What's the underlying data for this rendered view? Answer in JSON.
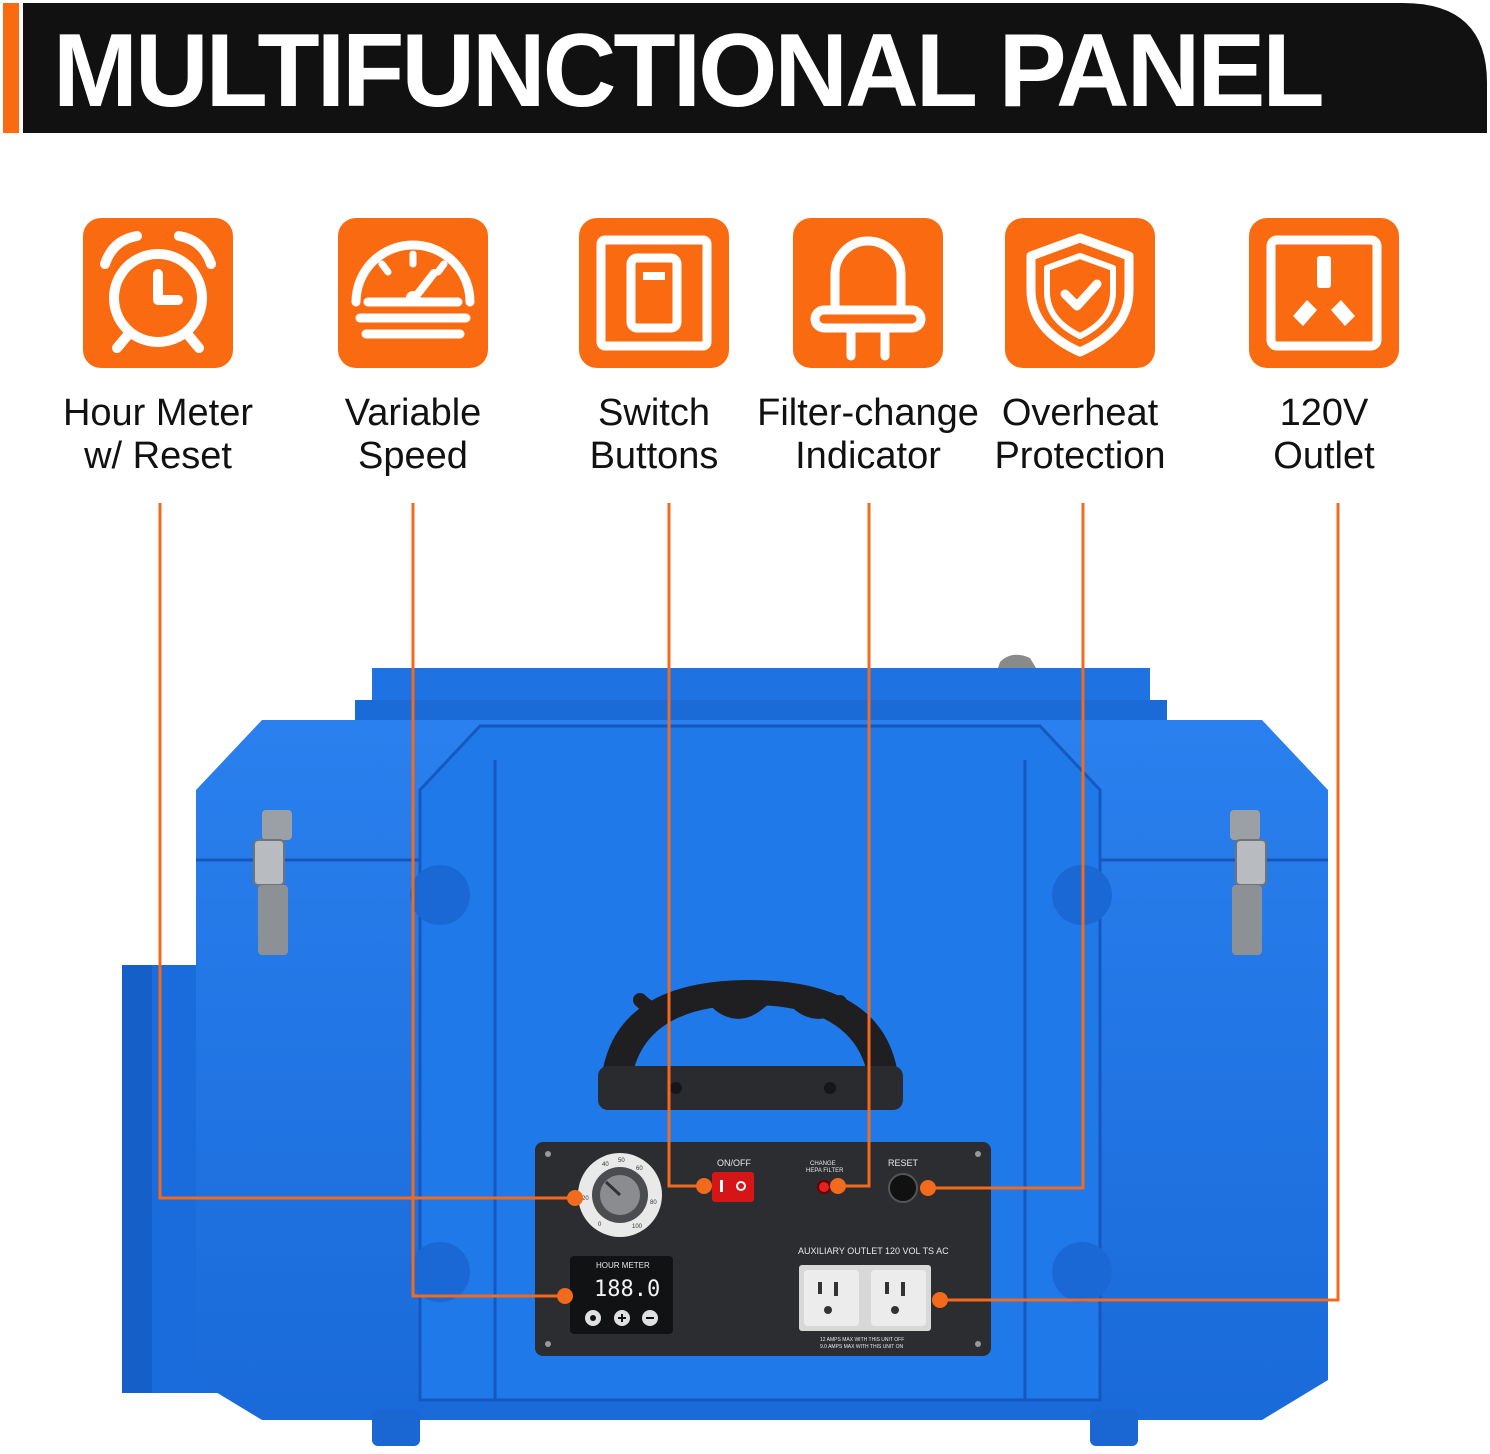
{
  "banner": {
    "title": "MULTIFUNCTIONAL PANEL",
    "background_color": "#111111",
    "accent_color": "#fa6a11"
  },
  "features": [
    {
      "icon": "alarm-clock-icon",
      "line1": "Hour Meter",
      "line2": "w/ Reset"
    },
    {
      "icon": "speedometer-icon",
      "line1": "Variable",
      "line2": "Speed"
    },
    {
      "icon": "switch-icon",
      "line1": "Switch",
      "line2": "Buttons"
    },
    {
      "icon": "led-bulb-icon",
      "line1": "Filter-change",
      "line2": "Indicator"
    },
    {
      "icon": "shield-check-icon",
      "line1": "Overheat",
      "line2": "Protection"
    },
    {
      "icon": "power-outlet-icon",
      "line1": "120V",
      "line2": "Outlet"
    }
  ],
  "control_panel": {
    "on_off_label": "ON/OFF",
    "change_filter_label_1": "CHANGE",
    "change_filter_label_2": "HEPA FILTER",
    "reset_label": "RESET",
    "hour_meter_label": "HOUR METER",
    "hour_meter_display": "188.0",
    "outlet_label": "AUXILIARY OUTLET 120 VOL TS AC",
    "outlet_note_1": "12 AMPS MAX WITH THIS UNIT OFF",
    "outlet_note_2": "9.0 AMPS MAX WITH THIS UNIT ON",
    "dial_ticks": [
      "0",
      "20",
      "40",
      "50",
      "60",
      "80",
      "100"
    ]
  },
  "colors": {
    "device_blue": "#1d74e6",
    "device_blue_dark": "#1560c4",
    "callout_line": "#f26a1b",
    "panel_dark": "#2b2d31"
  }
}
